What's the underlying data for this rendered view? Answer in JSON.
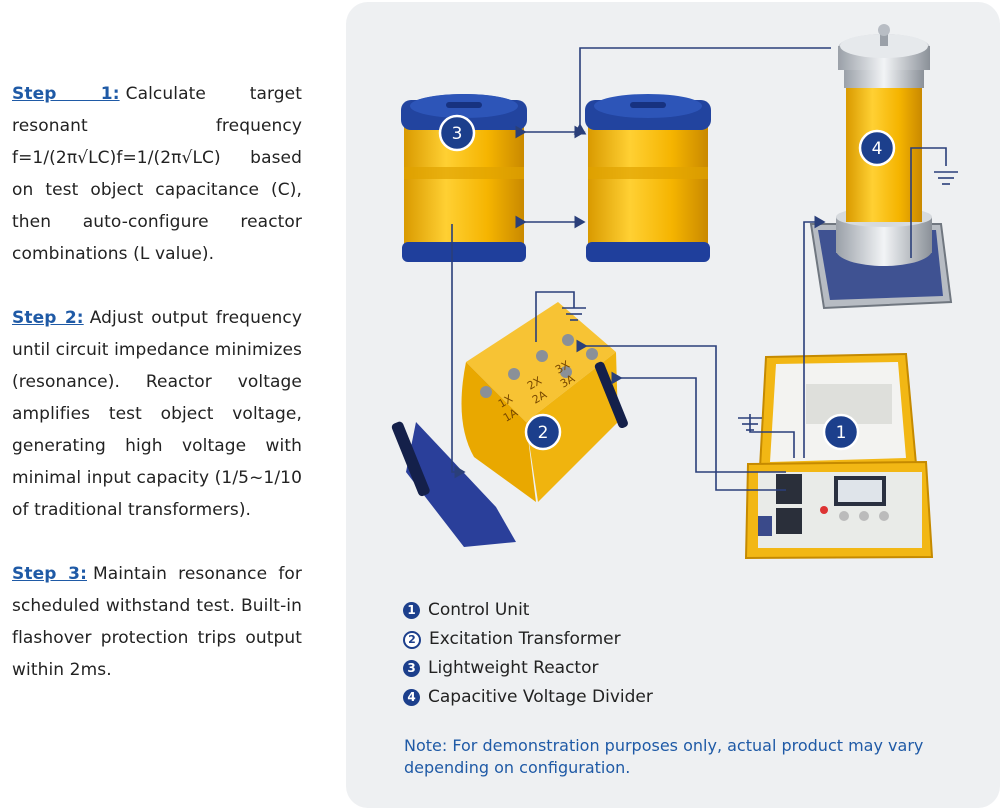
{
  "steps": [
    {
      "label": "Step 1:",
      "text": "Calculate target resonant frequency f=1/(2π√LC)f=1/(2π√LC) based on test object capacitance (C), then auto-configure reactor combinations (L value)."
    },
    {
      "label": "Step 2:",
      "text": "Adjust output frequency until circuit impedance minimizes (resonance). Reactor voltage amplifies test object voltage, generating high voltage with minimal input capacity (1/5~1/10 of traditional transformers)."
    },
    {
      "label": "Step 3:",
      "text": "Maintain resonance for scheduled withstand test. Built-in flashover protection trips output within 2ms."
    }
  ],
  "badges": {
    "control_unit": "1",
    "transformer": "2",
    "reactor": "3",
    "divider": "4"
  },
  "transformer_markings": [
    "1X",
    "1A",
    "2X",
    "2A",
    "3X",
    "3A"
  ],
  "legend": [
    {
      "num": "1",
      "label": "Control Unit"
    },
    {
      "num": "2",
      "label": "Excitation Transformer"
    },
    {
      "num": "3",
      "label": "Lightweight Reactor"
    },
    {
      "num": "4",
      "label": "Capacitive Voltage Divider"
    }
  ],
  "note": "Note: For demonstration purposes only, actual product may vary depending on configuration.",
  "colors": {
    "accent": "#1f5aa6",
    "badge": "#1c3f8c",
    "equipment_yellow": "#f2b714",
    "wire": "#2a3f7a",
    "panel": "#eef0f2"
  }
}
